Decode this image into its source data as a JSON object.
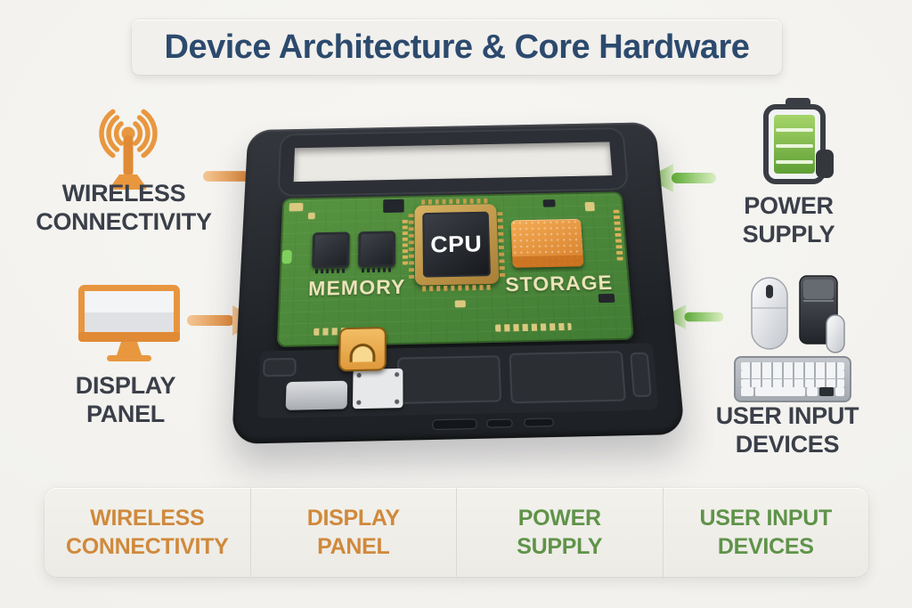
{
  "title": "Device Architecture & Core Hardware",
  "device": {
    "cpu": "CPU",
    "memory": "MEMORY",
    "storage": "STORAGE"
  },
  "callouts": {
    "wireless": {
      "line1": "WIRELESS",
      "line2": "CONNECTIVITY",
      "icon": "antenna-icon",
      "arrow": "right"
    },
    "display": {
      "line1": "DISPLAY",
      "line2": "PANEL",
      "icon": "monitor-icon",
      "arrow": "right"
    },
    "power": {
      "line1": "POWER",
      "line2": "SUPPLY",
      "icon": "battery-icon",
      "arrow": "left"
    },
    "input": {
      "line1": "USER INPUT",
      "line2": "DEVICES",
      "icon": "mouse-keyboard-icon",
      "arrow": "left"
    }
  },
  "legend": [
    {
      "line1": "WIRELESS",
      "line2": "CONNECTIVITY",
      "color": "#d0893c"
    },
    {
      "line1": "DISPLAY",
      "line2": "PANEL",
      "color": "#d0893c"
    },
    {
      "line1": "POWER",
      "line2": "SUPPLY",
      "color": "#5f9349"
    },
    {
      "line1": "USER INPUT",
      "line2": "DEVICES",
      "color": "#5f9349"
    }
  ],
  "colors": {
    "background": "#f4f3f0",
    "title_text": "#2c4a6d",
    "callout_text": "#3a3f49",
    "orange_accent": "#e08a3c",
    "green_accent": "#6cb13f",
    "pcb_green": "#4a8a3a",
    "storage_orange": "#e8963f",
    "chip_dark": "#2b2e33",
    "chip_label_cream": "#ece4ba",
    "shell_dark": "#24272c"
  }
}
